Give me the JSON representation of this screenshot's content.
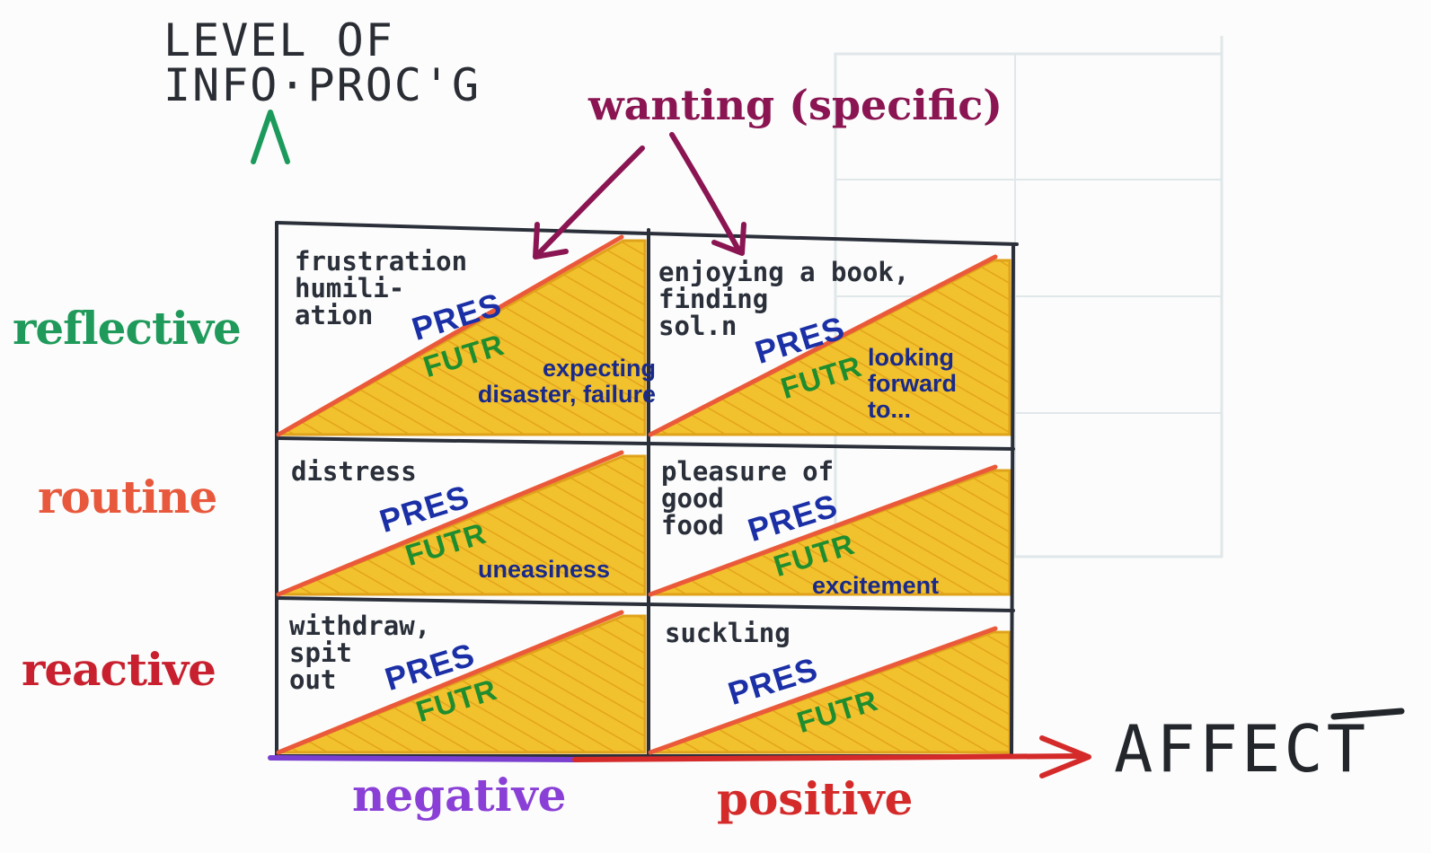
{
  "y_axis_title": "LEVEL OF\nINFO·PROC'G",
  "x_axis_title": "AFFECT",
  "annotation": "wanting (specific)",
  "levels": [
    {
      "label": "reflective",
      "color": "#1f9a5a"
    },
    {
      "label": "routine",
      "color": "#e8583c"
    },
    {
      "label": "reactive",
      "color": "#c8202e"
    }
  ],
  "affect": [
    {
      "label": "negative",
      "color": "#8a3fd6"
    },
    {
      "label": "positive",
      "color": "#d42a2a"
    }
  ],
  "pres_label": "PRES",
  "futr_label": "FUTR",
  "cells": {
    "reflective_negative": {
      "text": "frustration\nhumili-\nation",
      "note": "expecting\ndisaster, failure"
    },
    "reflective_positive": {
      "text": "enjoying a book,\nfinding\nsol.n",
      "note": "looking\nforward\nto..."
    },
    "routine_negative": {
      "text": "distress",
      "note": "uneasiness"
    },
    "routine_positive": {
      "text": "pleasure of\ngood\nfood",
      "note": "excitement"
    },
    "reactive_negative": {
      "text": "withdraw,\nspit\nout",
      "note": ""
    },
    "reactive_positive": {
      "text": "suckling",
      "note": ""
    }
  },
  "colors": {
    "grid": "#2b2f3a",
    "fill": "#f2c12e",
    "fill_stroke": "#e0a21a",
    "diagonal": "#ea5a3a",
    "y_axis_top": "#1c9a5c",
    "y_axis_bottom": "#1d3fb0",
    "x_axis_left": "#7a3fd0",
    "x_axis_right": "#d42a2a",
    "wanting_arrow": "#8a1552"
  }
}
